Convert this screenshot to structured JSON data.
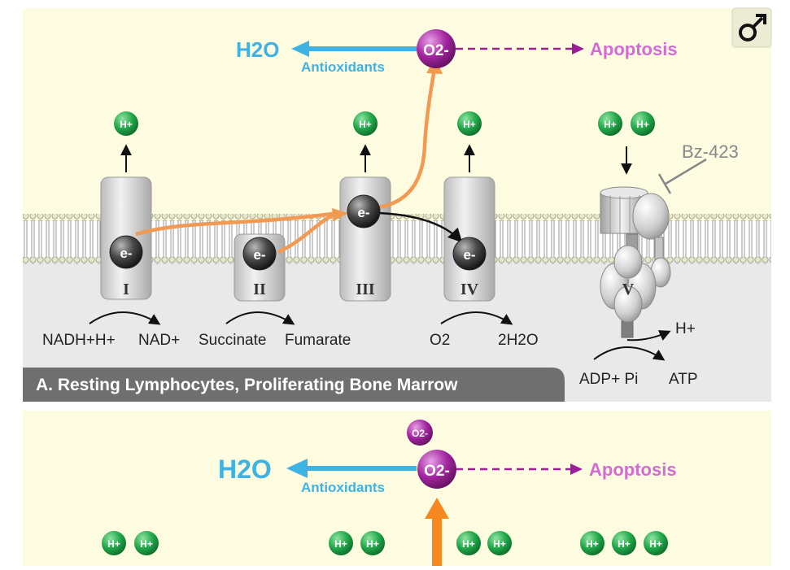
{
  "toolbar": {
    "gender_icon": "male-symbol-icon"
  },
  "panel_a": {
    "caption": "A. Resting Lymphocytes, Proliferating Bone Marrow",
    "top": {
      "water": "H2O",
      "antioxidants": "Antioxidants",
      "superoxide": "O2-",
      "apoptosis": "Apoptosis"
    },
    "proton": "H+",
    "electron": "e-",
    "inhibitor": "Bz-423",
    "complexes": [
      "I",
      "II",
      "III",
      "IV",
      "V"
    ],
    "reactions": {
      "c1_left": "NADH+H+",
      "c1_right": "NAD+",
      "c2_left": "Succinate",
      "c2_right": "Fumarate",
      "c4_left": "O2",
      "c4_right": "2H2O",
      "c5_in": "ADP+ Pi",
      "c5_out": "ATP",
      "c5_proton": "H+"
    }
  },
  "panel_b": {
    "top": {
      "water": "H2O",
      "antioxidants": "Antioxidants",
      "superoxide": "O2-",
      "apoptosis": "Apoptosis"
    },
    "proton": "H+"
  },
  "colors": {
    "panel_bg": "#fdfbe0",
    "membrane_bg": "#e8e8e8",
    "water_blue": "#3fb2e4",
    "superoxide_purple": "#9c1e96",
    "apoptosis_pink": "#d36bd4",
    "electron_orange": "#f29a52",
    "proton_green": "#1a9e3e",
    "caption_bg": "#6f6f6f"
  }
}
